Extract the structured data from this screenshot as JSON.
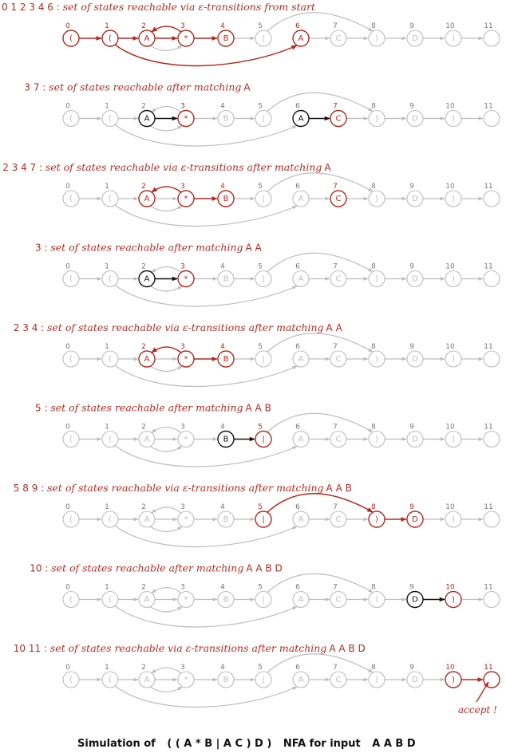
{
  "nfa": {
    "symbols": [
      "(",
      "(",
      "A",
      "*",
      "B",
      "|",
      "A",
      "C",
      ")",
      "D",
      ")",
      ""
    ],
    "indices": [
      "0",
      "1",
      "2",
      "3",
      "4",
      "5",
      "6",
      "7",
      "8",
      "9",
      "10",
      "11"
    ]
  },
  "steps": [
    {
      "states_label": "0 1 2 3 4 6",
      "desc": "set of states reachable via ε-transitions from start",
      "input": "",
      "active": [
        0,
        1,
        2,
        3,
        4,
        6
      ],
      "black": [],
      "match": null,
      "red_edges": [
        [
          0,
          1
        ],
        [
          1,
          2
        ],
        [
          2,
          3
        ],
        [
          1,
          6
        ],
        [
          3,
          4
        ],
        [
          3,
          2
        ]
      ]
    },
    {
      "states_label": "3 7",
      "desc": "set of states reachable after matching",
      "input": "A",
      "active": [
        3,
        7
      ],
      "black": [
        2,
        6
      ],
      "match": [
        [
          2,
          3
        ],
        [
          6,
          7
        ]
      ],
      "red_edges": []
    },
    {
      "states_label": "2 3 4 7",
      "desc": "set of states reachable via ε-transitions after matching",
      "input": "A",
      "active": [
        2,
        3,
        4,
        7
      ],
      "black": [],
      "match": null,
      "red_edges": [
        [
          3,
          2
        ],
        [
          3,
          4
        ]
      ]
    },
    {
      "states_label": "3",
      "desc": "set of states reachable after matching",
      "input": "A  A",
      "active": [
        3
      ],
      "black": [
        2
      ],
      "match": [
        [
          2,
          3
        ]
      ],
      "red_edges": []
    },
    {
      "states_label": "2 3 4",
      "desc": "set of states reachable via ε-transitions after matching",
      "input": "A  A",
      "active": [
        2,
        3,
        4
      ],
      "black": [],
      "match": null,
      "red_edges": [
        [
          3,
          2
        ],
        [
          3,
          4
        ]
      ]
    },
    {
      "states_label": "5",
      "desc": "set of states reachable after matching",
      "input": "A  A  B",
      "active": [
        5
      ],
      "black": [
        4
      ],
      "match": [
        [
          4,
          5
        ]
      ],
      "red_edges": []
    },
    {
      "states_label": "5 8 9",
      "desc": "set of states reachable via ε-transitions after matching",
      "input": "A  A  B",
      "active": [
        5,
        8,
        9
      ],
      "black": [],
      "match": null,
      "red_edges": [
        [
          5,
          8
        ],
        [
          8,
          9
        ]
      ]
    },
    {
      "states_label": "10",
      "desc": "set of states reachable after matching",
      "input": "A  A  B  D",
      "active": [
        10
      ],
      "black": [
        9
      ],
      "match": [
        [
          9,
          10
        ]
      ],
      "red_edges": []
    },
    {
      "states_label": "10 11",
      "desc": "set of states reachable via ε-transitions after matching",
      "input": "A  A  B  D",
      "active": [
        10,
        11
      ],
      "black": [],
      "match": null,
      "red_edges": [
        [
          10,
          11
        ]
      ]
    }
  ],
  "accept_label": "accept !",
  "caption": {
    "prefix": "Simulation of",
    "regex": "(  (  A  *  B  |  A  C  )  D  )",
    "mid": "NFA  for input",
    "input": "A  A  B  D"
  },
  "colors": {
    "red": "#b22a22",
    "gray": "#bdbdbd",
    "black": "#111111"
  }
}
